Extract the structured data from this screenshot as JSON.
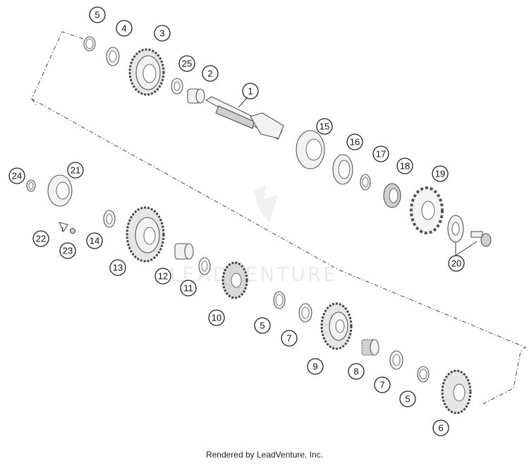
{
  "watermark": "LEADVENTURE",
  "footer": "Rendered by LeadVenture, Inc.",
  "callouts": [
    "5",
    "4",
    "3",
    "25",
    "2",
    "1",
    "15",
    "16",
    "17",
    "18",
    "19",
    "21",
    "24",
    "22",
    "23",
    "14",
    "13",
    "12",
    "11",
    "10",
    "5",
    "7",
    "9",
    "8",
    "7",
    "5",
    "6",
    "20"
  ]
}
